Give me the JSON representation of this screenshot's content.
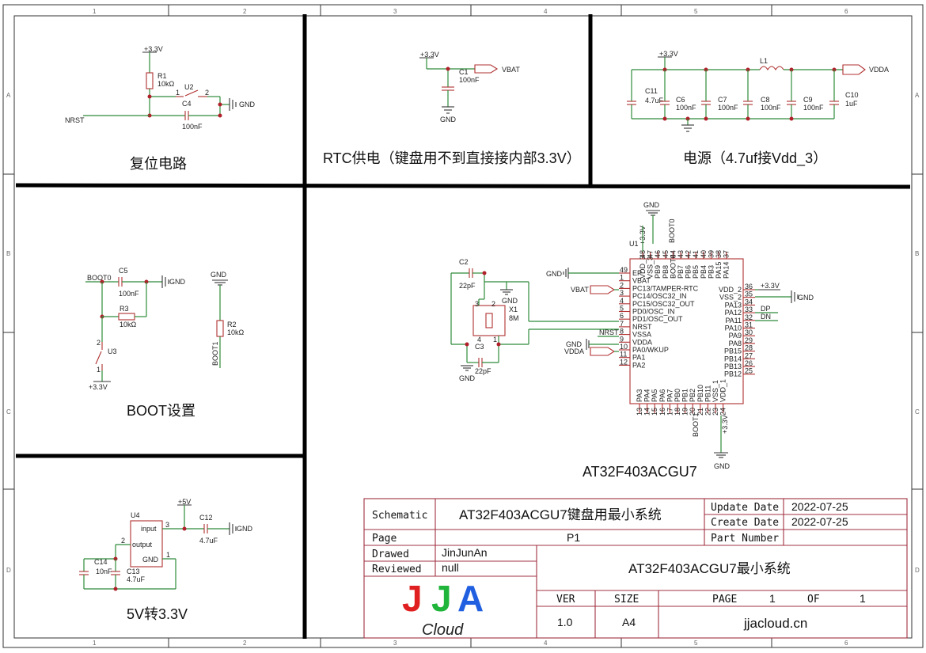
{
  "rulers": {
    "cols": [
      "1",
      "2",
      "3",
      "4",
      "5",
      "6"
    ],
    "rows": [
      "A",
      "B",
      "C",
      "D"
    ]
  },
  "reset": {
    "title": "复位电路",
    "vcc": "+3.3V",
    "r1": "R1",
    "r1v": "10kΩ",
    "u2": "U2",
    "pin1": "1",
    "pin2": "2",
    "c4": "C4",
    "c4v": "100nF",
    "gnd": "GND",
    "nrst": "NRST"
  },
  "rtc": {
    "title": "RTC供电（键盘用不到直接接内部3.3V）",
    "vcc": "+3.3V",
    "c1": "C1",
    "c1v": "100nF",
    "vbat": "VBAT",
    "gnd": "GND"
  },
  "power": {
    "title": "电源（4.7uf接Vdd_3）",
    "vcc": "+3.3V",
    "l1": "L1",
    "vdda": "VDDA",
    "c11": "C11",
    "c11v": "4.7uF",
    "c6": "C6",
    "c6v": "100nF",
    "c7": "C7",
    "c7v": "100nF",
    "c8": "C8",
    "c8v": "100nF",
    "c9": "C9",
    "c9v": "100nF",
    "c10": "C10",
    "c10v": "1uF"
  },
  "boot": {
    "title": "BOOT设置",
    "boot0": "BOOT0",
    "c5": "C5",
    "c5v": "100nF",
    "gnd": "GND",
    "r3": "R3",
    "r3v": "10kΩ",
    "u3": "U3",
    "pin1": "1",
    "pin2": "2",
    "vcc": "+3.3V",
    "gnd2": "GND",
    "r2": "R2",
    "r2v": "10kΩ",
    "boot1": "BOOT1"
  },
  "ldo": {
    "title": "5V转3.3V",
    "vin": "+5V",
    "u4": "U4",
    "input": "input",
    "output": "output",
    "gndpin": "GND",
    "p3": "3",
    "p2": "2",
    "p1": "1",
    "c12": "C12",
    "c12v": "4.7uF",
    "gnd": "GND",
    "c14": "C14",
    "c14v": "10nF",
    "c13": "C13",
    "c13v": "4.7uF"
  },
  "mcu": {
    "name": "AT32F403ACGU7",
    "u1": "U1",
    "ep": "EP",
    "gnd": "GND",
    "left": [
      {
        "n": "49",
        "t": "EP"
      },
      {
        "n": "1",
        "t": "VBAT"
      },
      {
        "n": "2",
        "t": "PC13/TAMPER-RTC"
      },
      {
        "n": "3",
        "t": "PC14/OSC32_IN"
      },
      {
        "n": "4",
        "t": "PC15/OSC32_OUT"
      },
      {
        "n": "5",
        "t": "PD0/OSC_IN"
      },
      {
        "n": "6",
        "t": "PD1/OSC_OUT"
      },
      {
        "n": "7",
        "t": "NRST"
      },
      {
        "n": "8",
        "t": "VSSA"
      },
      {
        "n": "9",
        "t": "VDDA"
      },
      {
        "n": "10",
        "t": "PA0/WKUP"
      },
      {
        "n": "11",
        "t": "PA1"
      },
      {
        "n": "12",
        "t": "PA2"
      }
    ],
    "right": [
      {
        "n": "36",
        "t": "VDD_2"
      },
      {
        "n": "35",
        "t": "VSS_2"
      },
      {
        "n": "34",
        "t": "PA13"
      },
      {
        "n": "33",
        "t": "PA12"
      },
      {
        "n": "32",
        "t": "PA11"
      },
      {
        "n": "31",
        "t": "PA10"
      },
      {
        "n": "30",
        "t": "PA9"
      },
      {
        "n": "29",
        "t": "PA8"
      },
      {
        "n": "28",
        "t": "PB15"
      },
      {
        "n": "27",
        "t": "PB14"
      },
      {
        "n": "26",
        "t": "PB13"
      },
      {
        "n": "25",
        "t": "PB12"
      }
    ],
    "top": [
      "48",
      "47",
      "46",
      "45",
      "44",
      "43",
      "42",
      "41",
      "40",
      "39",
      "38",
      "37"
    ],
    "top_names": [
      "VDD_3",
      "VSS_3",
      "PB9",
      "PB8",
      "BOOT0",
      "PB7",
      "PB6",
      "PB5",
      "PB4",
      "PB3",
      "PA15",
      "PA14"
    ],
    "bottom": [
      "13",
      "14",
      "15",
      "16",
      "17",
      "18",
      "19",
      "20",
      "21",
      "22",
      "23",
      "24"
    ],
    "bottom_names": [
      "PA3",
      "PA4",
      "PA5",
      "PA6",
      "PA7",
      "PB0",
      "PB1",
      "PB2",
      "PB10",
      "PB11",
      "VSS_1",
      "VDD_1"
    ],
    "net_vbat": "VBAT",
    "net_nrst": "NRST",
    "net_gnd": "GND",
    "net_vdda": "VDDA",
    "net_33": "+3.3V",
    "net_dp": "DP",
    "net_dn": "DN",
    "net_boot0": "BOOT0",
    "net_boot1": "BOOT1",
    "net_gnd_r": "GND"
  },
  "xtal": {
    "c2": "C2",
    "c2v": "22pF",
    "c3": "C3",
    "c3v": "22pF",
    "x1": "X1",
    "x1v": "8M",
    "gnd": "GND",
    "gnd2": "GND",
    "p1": "1",
    "p2": "2",
    "p3": "3",
    "p4": "4"
  },
  "titleblock": {
    "schematic_label": "Schematic",
    "schematic": "AT32F403ACGU7键盘用最小系统",
    "update_label": "Update Date",
    "update": "2022-07-25",
    "create_label": "Create Date",
    "create": "2022-07-25",
    "page_label": "Page",
    "page": "P1",
    "part_label": "Part Number",
    "drawed_label": "Drawed",
    "drawed": "JinJunAn",
    "reviewed_label": "Reviewed",
    "reviewed": "null",
    "project": "AT32F403ACGU7最小系统",
    "ver_label": "VER",
    "ver": "1.0",
    "size_label": "SIZE",
    "size": "A4",
    "pg_label": "PAGE",
    "pg": "1",
    "of_label": "OF",
    "of": "1",
    "site": "jjacloud.cn",
    "logo_j1": "J",
    "logo_j2": "J",
    "logo_a": "A",
    "logo_cloud": "Cloud",
    "colors": {
      "j1": "#e02020",
      "j2": "#1fb53a",
      "a": "#2060e0"
    }
  }
}
